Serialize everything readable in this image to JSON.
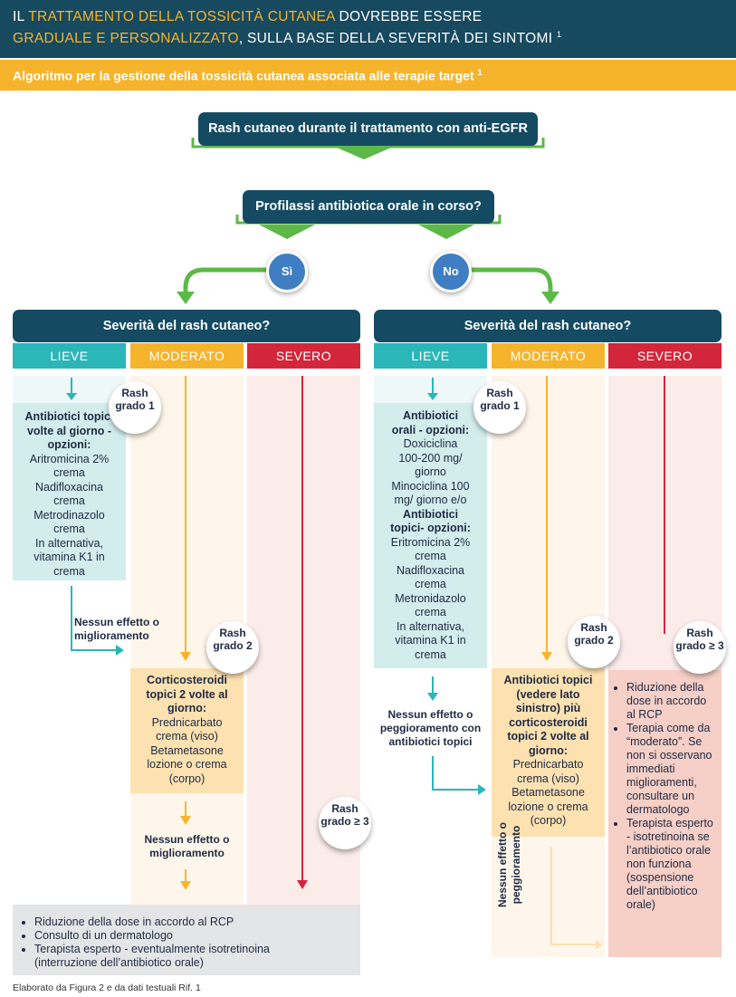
{
  "header": {
    "line1_a": "IL",
    "line1_b": "TRATTAMENTO DELLA TOSSICITÀ  CUTANEA",
    "line1_c": "DOVREBBE ESSERE",
    "line2_a": "GRADUALE E PERSONALIZZATO",
    "line2_b": ", SULLA BASE DELLA SEVERITÀ DEI SINTOMI",
    "sup": "1"
  },
  "subtitle": {
    "text": "Algoritmo per la gestione della tossicità cutanea associata alle terapie target",
    "sup": "1"
  },
  "top_box": "Rash cutaneo durante il trattamento con anti-EGFR",
  "question_box": "Profilassi antibiotica orale in corso?",
  "yes_label": "Sì",
  "no_label": "No",
  "severity_title": "Severità del rash cutaneo?",
  "levels": {
    "mild": "LIEVE",
    "moderate": "MODERATO",
    "severe": "SEVERO"
  },
  "rash": {
    "word": "Rash",
    "grade1": "grado 1",
    "grade2": "grado 2",
    "grade3": "grado ≥ 3"
  },
  "left": {
    "mild_lines": [
      "Antibiotici topici",
      "volte al giorno -",
      "opzioni:",
      "Aritromicina 2%",
      "crema",
      "Nadifloxacina",
      "crema",
      "Metrodinazolo",
      "crema",
      "In alternativa,",
      "vitamina K1 in",
      "crema"
    ],
    "no_effect_1": [
      "Nessun effetto o",
      "miglioramento"
    ],
    "moderate_lines": [
      "Corticosteroidi",
      "topici 2 volte al",
      "giorno:",
      "Prednicarbato",
      "crema (viso)",
      "Betametasone",
      "lozione o crema",
      "(corpo)"
    ],
    "no_effect_2": [
      "Nessun effetto o",
      "miglioramento"
    ],
    "bottom_bullets": [
      "Riduzione della dose in accordo al RCP",
      "Consulto di un dermatologo",
      "Terapista esperto - eventualmente isotretinoina",
      "(interruzione dell’antibiotico orale)"
    ]
  },
  "right": {
    "mild_lines": [
      "Antibiotici",
      "orali - opzioni:",
      "Doxiciclina",
      "100-200 mg/",
      "giorno",
      "Minociclina 100",
      "mg/ giorno e/o",
      "Antibiotici",
      "topici- opzioni:",
      "Eritromicina 2%",
      "crema",
      "Nadifloxacina",
      "crema",
      "Metronidazolo",
      "crema",
      "In alternativa,",
      "vitamina K1 in",
      "crema"
    ],
    "no_effect": [
      "Nessun effetto o",
      "peggioramento con",
      "antibiotici topici"
    ],
    "moderate_lines": [
      "Antibiotici topici",
      "(vedere lato",
      "sinistro) più",
      "corticosteroidi",
      "topici 2 volte al",
      "giorno:",
      "Prednicarbato",
      "crema (viso)",
      "Betametasone",
      "lozione o crema",
      "(corpo)"
    ],
    "vertical_text": [
      "Nessun effetto o",
      "peggioramento"
    ],
    "severe_bullets": [
      "Riduzione della dose in accordo al RCP",
      "Terapia come da “moderato”. Se non si osservano immediati miglioramenti, consultare un dermatologo",
      "Terapista esperto - isotretinoina se l’antibiotico orale non funziona (sospensione dell’antibiotico orale)"
    ]
  },
  "footer": "Elaborato da Figura 2 e da dati testuali Rif. 1",
  "colors": {
    "navy": "#144b62",
    "teal": "#2bb6b9",
    "orange": "#f6b42d",
    "red": "#d3263a",
    "green": "#5cb947",
    "blue": "#3f7ec2"
  }
}
